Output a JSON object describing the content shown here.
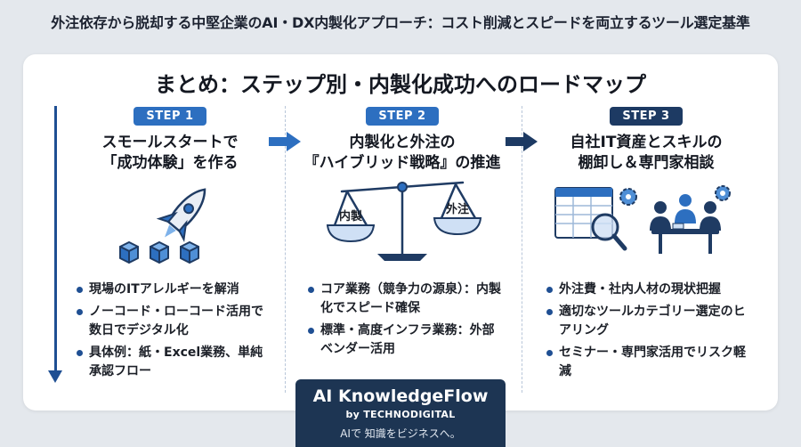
{
  "page": {
    "title": "外注依存から脱却する中堅企業のAI・DX内製化アプローチ：コスト削減とスピードを両立するツール選定基準"
  },
  "card": {
    "heading": "まとめ：ステップ別・内製化成功へのロードマップ"
  },
  "steps": [
    {
      "badge": "STEP 1",
      "badge_color": "#2d6fc0",
      "title_line1": "スモールスタートで",
      "title_line2": "「成功体験」を作る",
      "bullets": [
        "現場のITアレルギーを解消",
        "ノーコード・ローコード活用で数日でデジタル化",
        "具体例：紙・Excel業務、単純承認フロー"
      ]
    },
    {
      "badge": "STEP 2",
      "badge_color": "#2d6fc0",
      "title_line1": "内製化と外注の",
      "title_line2": "『ハイブリッド戦略』の推進",
      "scale_left_label": "内製",
      "scale_right_label": "外注",
      "bullets": [
        "コア業務（競争力の源泉）：内製化でスピード確保",
        "標準・高度インフラ業務：外部ベンダー活用"
      ]
    },
    {
      "badge": "STEP 3",
      "badge_color": "#1d3a63",
      "title_line1": "自社IT資産とスキルの",
      "title_line2": "棚卸し＆専門家相談",
      "bullets": [
        "外注費・社内人材の現状把握",
        "適切なツールカテゴリー選定のヒアリング",
        "セミナー・専門家活用でリスク軽減"
      ]
    }
  ],
  "brand": {
    "name": "AI KnowledgeFlow",
    "by": "by TECHNODIGITAL",
    "tagline": "AIで 知識をビジネスへ。"
  },
  "colors": {
    "primary": "#1f4f93",
    "accent": "#2d6fc0",
    "dark": "#1d3553",
    "light_blue": "#cfe0f5"
  }
}
